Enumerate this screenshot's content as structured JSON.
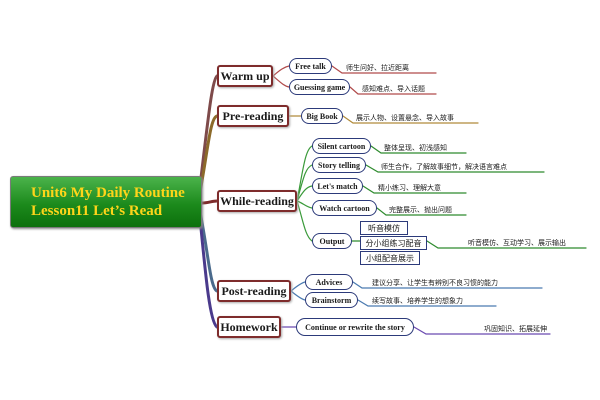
{
  "root": {
    "line1": "Unit6 My Daily Routine",
    "line2": "Lesson11 Let’s Read"
  },
  "colors": {
    "root_fill": "#1c8a1c",
    "root_text": "#ffd51a",
    "main_border": "#7e2c2c",
    "oval_border": "#2c3a7a",
    "leaf_line": "#2e8b2e"
  },
  "branches": {
    "warmup": {
      "label": "Warm up",
      "free_talk": {
        "label": "Free talk",
        "note": "师生问好、拉近距离"
      },
      "guessing_game": {
        "label": "Guessing game",
        "note": "感知难点、导入话题"
      }
    },
    "prereading": {
      "label": "Pre-reading",
      "big_book": {
        "label": "Big Book",
        "note": "展示人物、设置悬念、导入故事"
      }
    },
    "whilereading": {
      "label": "While-reading",
      "silent_cartoon": {
        "label": "Silent cartoon",
        "note": "整体呈现、初浅感知"
      },
      "story_telling": {
        "label": "Story telling",
        "note": "师生合作，了解故事细节，解决语言难点"
      },
      "lets_match": {
        "label": "Let's match",
        "note": "精小练习、理解大意"
      },
      "watch_cartoon": {
        "label": "Watch cartoon",
        "note": "完整展示、抛出问题"
      },
      "output": {
        "label": "Output",
        "items": [
          "听音模仿",
          "分小组练习配音",
          "小组配音展示"
        ],
        "note": "听音模仿、互动学习、展示输出"
      }
    },
    "postreading": {
      "label": "Post-reading",
      "advices": {
        "label": "Advices",
        "note": "建议分享、让学生有辨别不良习惯的能力"
      },
      "brainstorm": {
        "label": "Brainstorm",
        "note": "续写故事、培养学生的想象力"
      }
    },
    "homework": {
      "label": "Homework",
      "continue": {
        "label": "Continue or rewrite the story",
        "note": "巩固知识、拓展延伸"
      }
    }
  }
}
